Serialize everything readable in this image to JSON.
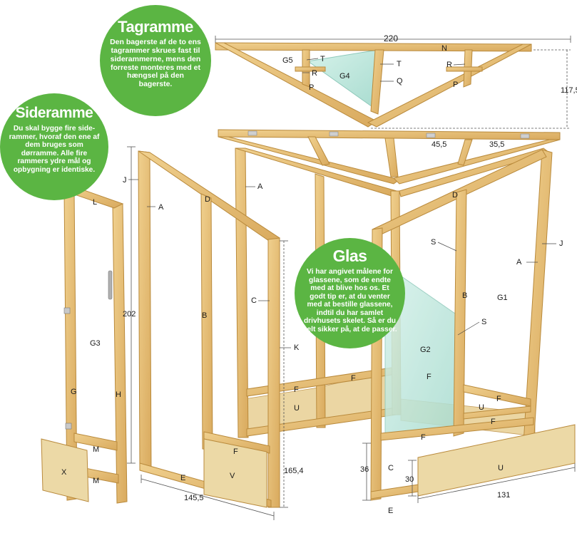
{
  "bubbles": {
    "tagramme": {
      "title": "Tagramme",
      "text": "Den bagerste af de to ens tagrammer skrues fast til siderammerne, mens den forreste monteres med et hængsel på den bagerste."
    },
    "sideramme": {
      "title": "Sideramme",
      "text": "Du skal bygge fire side-rammer, hvoraf den ene af dem bruges som dørramme. Alle fire rammers ydre mål og opbygning er identiske."
    },
    "glas": {
      "title": "Glas",
      "text": "Vi har angivet målene for glassene, som de endte med at blive hos os. Et godt tip er, at du venter med at bestille glassene, indtil du har samlet drivhusets skelet. Så er du helt sikker på, at de passer."
    }
  },
  "dimensions": {
    "d220": "220",
    "d117_5": "117,5",
    "d45_5": "45,5",
    "d35_5": "35,5",
    "d202": "202",
    "d145_5": "145,5",
    "d165_4": "165,4",
    "d36": "36",
    "d30": "30",
    "d131": "131"
  },
  "parts": {
    "roof": {
      "G5": "G5",
      "T1": "T",
      "R1": "R",
      "G4": "G4",
      "T2": "T",
      "N": "N",
      "R2": "R",
      "Q": "Q",
      "P1": "P",
      "P2": "P"
    },
    "door": {
      "L": "L",
      "J": "J",
      "G3": "G3",
      "G": "G",
      "H": "H",
      "M1": "M",
      "M2": "M",
      "X": "X"
    },
    "side_left": {
      "A": "A",
      "D": "D",
      "B": "B",
      "C": "C",
      "K": "K",
      "E": "E",
      "F": "F",
      "V": "V"
    },
    "back": {
      "A": "A",
      "F": "F",
      "U": "U"
    },
    "side_right": {
      "D": "D",
      "S1": "S",
      "A": "A",
      "J": "J",
      "B": "B",
      "G1": "G1",
      "S2": "S",
      "G2": "G2",
      "F1": "F",
      "U1": "U",
      "F2": "F",
      "F3": "F",
      "F4": "F",
      "C": "C",
      "E": "E",
      "U2": "U"
    }
  },
  "colors": {
    "wood": "#e6c07a",
    "wood_edge": "#b98a3c",
    "wood_dark": "#cfa05a",
    "glass": "#bfe8dc",
    "bubble": "#5bb543"
  }
}
